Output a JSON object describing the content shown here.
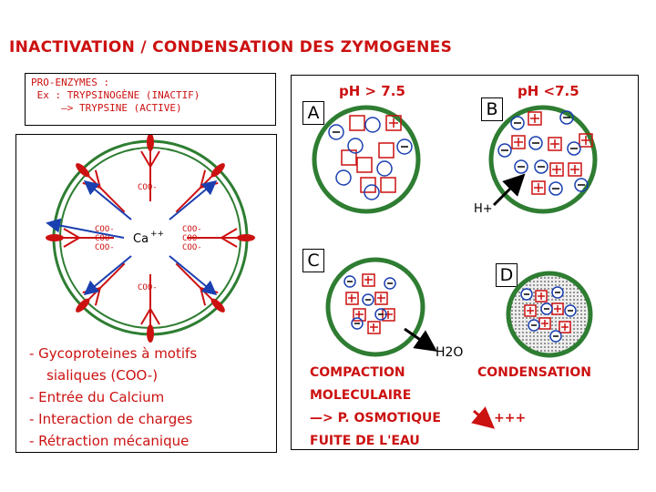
{
  "title": "INACTIVATION / CONDENSATION  DES  ZYMOGENES",
  "pro_enzymes": {
    "line1": "PRO-ENZYMES :",
    "line2": " Ex : TRYPSINOGÈNE (INACTIF)",
    "line3": "     —> TRYPSINE (ACTIVE)"
  },
  "left_panel": {
    "calcium_label": "Ca",
    "calcium_charge": "++",
    "coo_label": "COO-",
    "bullets": [
      "- Gycoproteines à motifs",
      "    sialiques (COO-)",
      "- Entrée du Calcium",
      "- Interaction de charges",
      "- Rétraction mécanique"
    ]
  },
  "right_panel": {
    "panels": [
      {
        "letter": "A",
        "ph": "pH > 7.5"
      },
      {
        "letter": "B",
        "ph": "pH <7.5"
      },
      {
        "letter": "C",
        "ph": ""
      },
      {
        "letter": "D",
        "ph": ""
      }
    ],
    "h_plus": "H+",
    "h2o": "H2O",
    "caption_left": [
      "COMPACTION",
      "MOLECULAIRE",
      "—> P. OSMOTIQUE",
      "FUITE DE L'EAU"
    ],
    "caption_right": "CONDENSATION",
    "caption_plus": "+++"
  },
  "colors": {
    "title_red": "#cc1111",
    "membrane_green": "#2e7d32",
    "arrow_blue": "#1a3fb0",
    "mark_red": "#cc1111"
  }
}
